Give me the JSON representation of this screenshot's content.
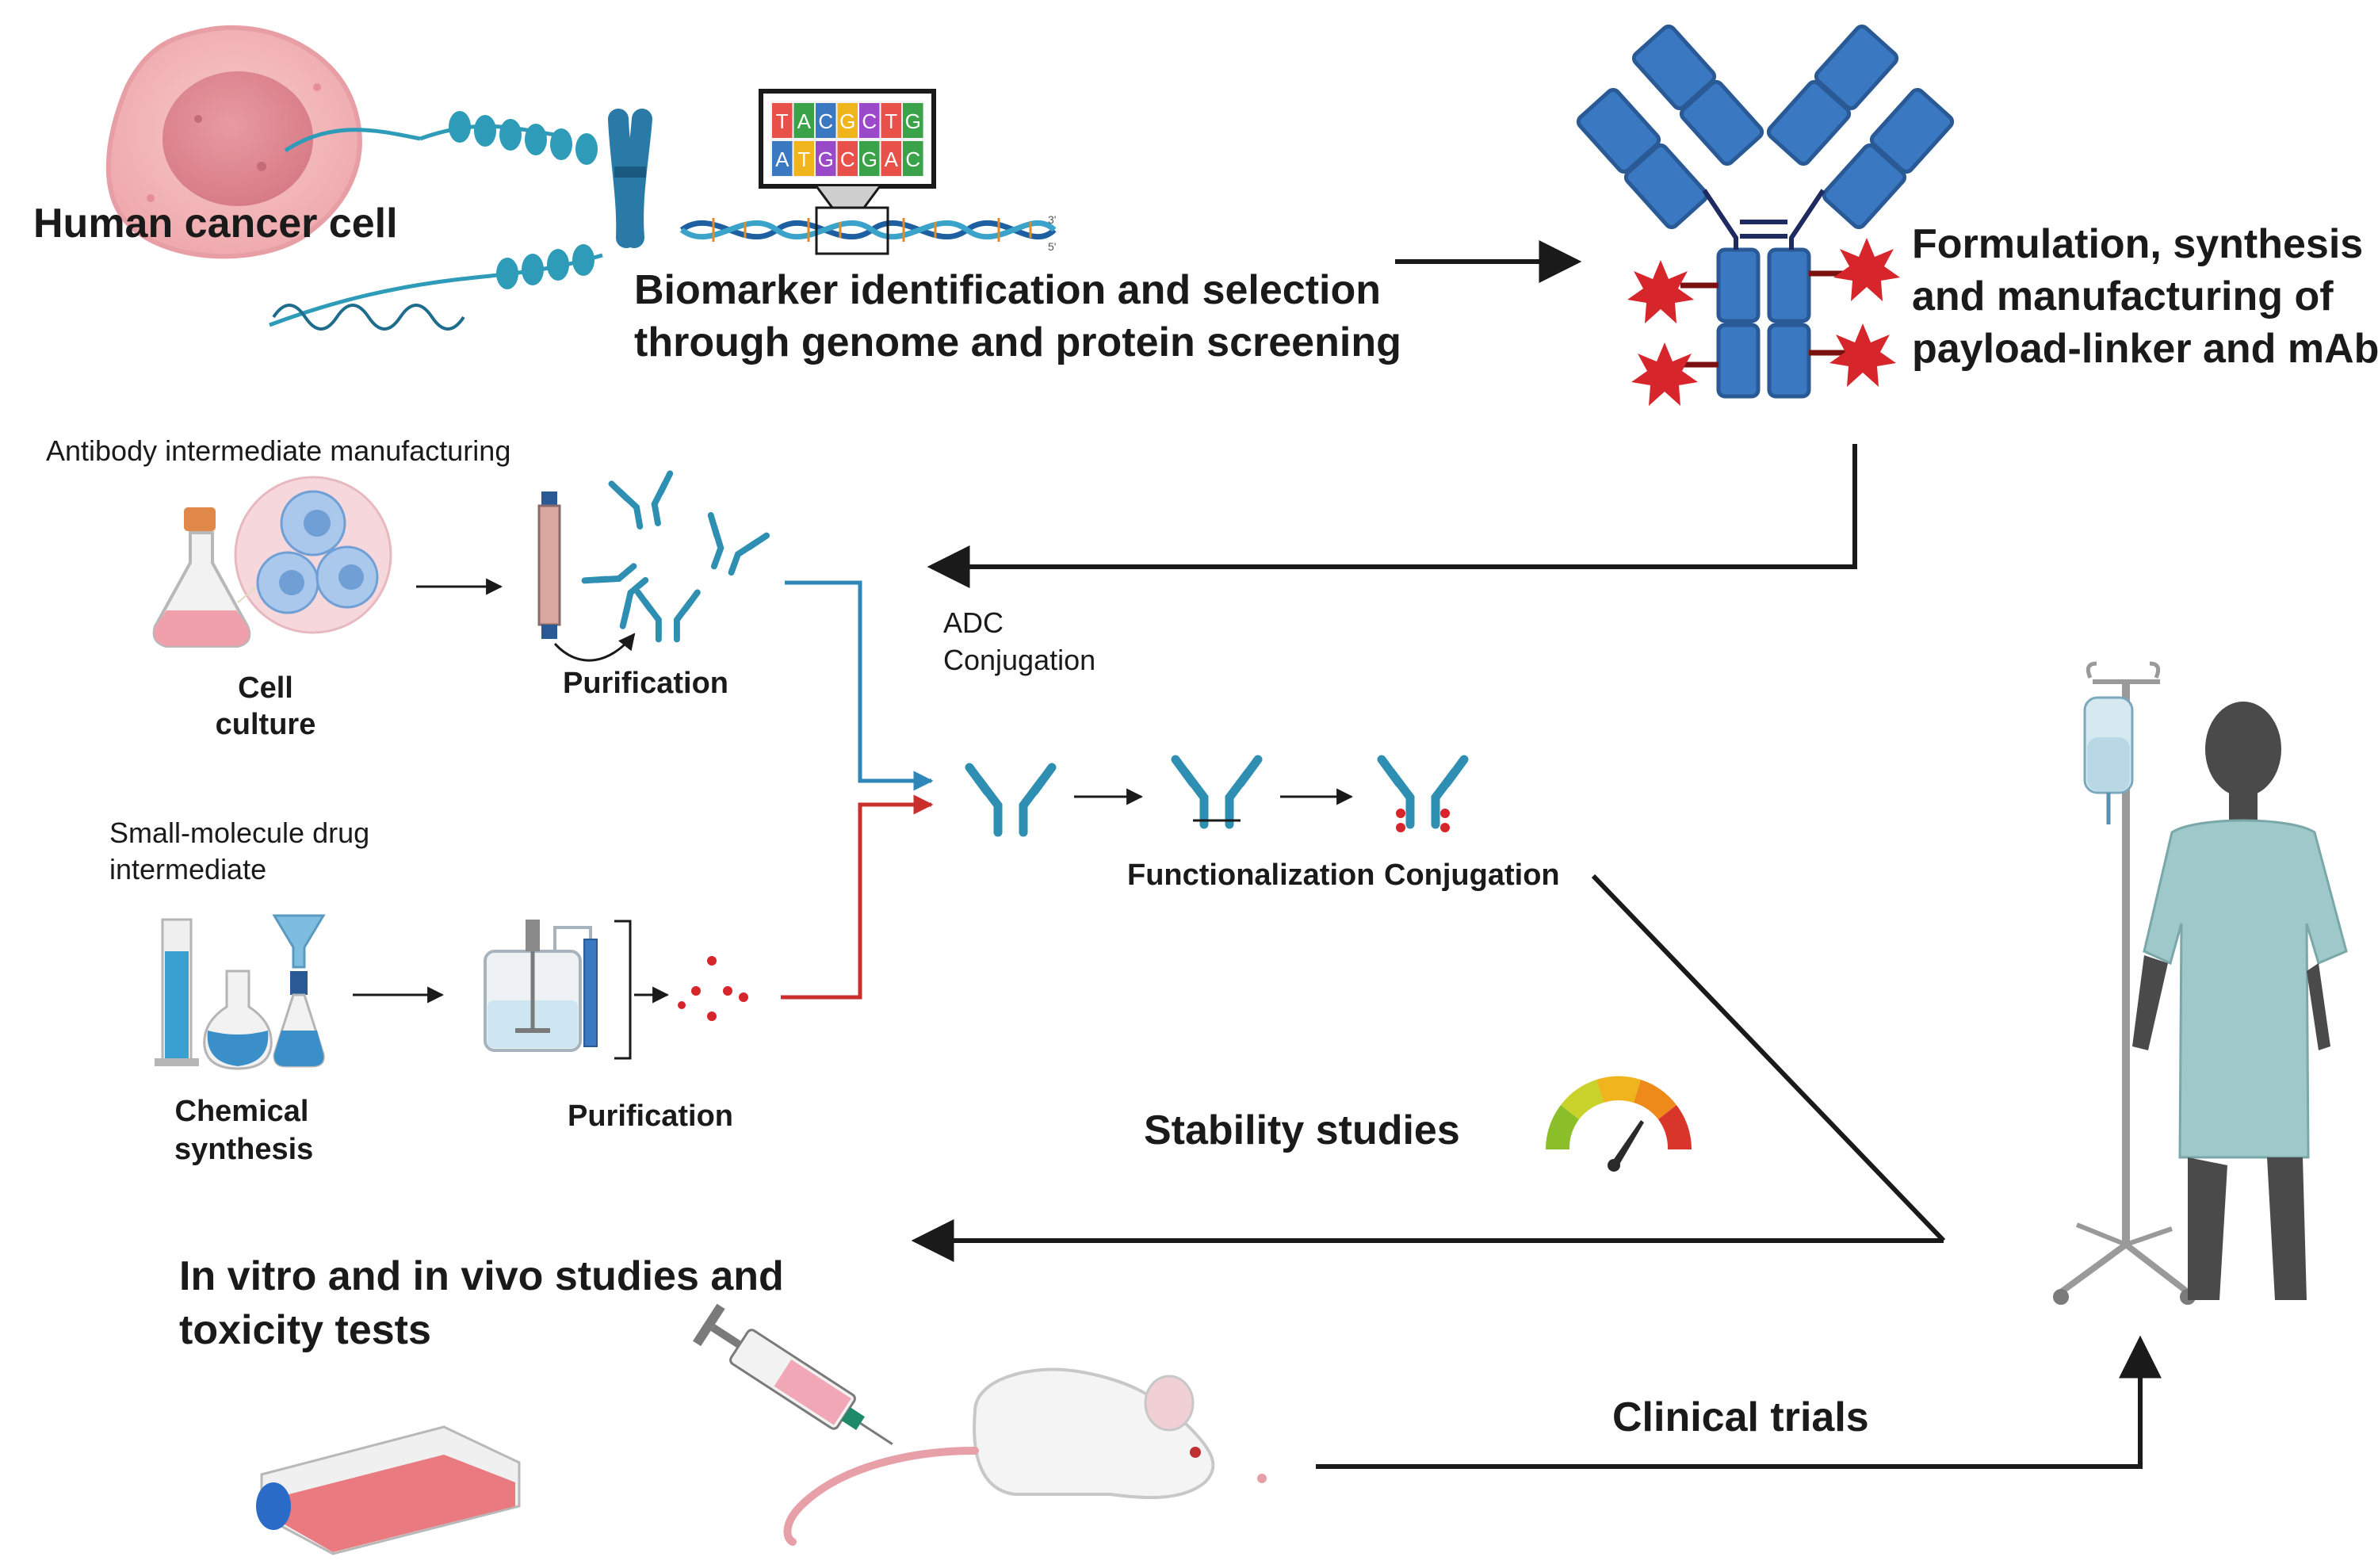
{
  "labels": {
    "human_cancer_cell": "Human cancer cell",
    "biomarker_line1": "Biomarker identification and selection",
    "biomarker_line2": "through genome and protein screening",
    "formulation_line1": "Formulation, synthesis",
    "formulation_line2": "and manufacturing of",
    "formulation_line3": "payload-linker and mAb",
    "antibody_intermediate": "Antibody intermediate manufacturing",
    "cell_culture_line1": "Cell",
    "cell_culture_line2": "culture",
    "purification_top": "Purification",
    "adc_line1": "ADC",
    "adc_line2": "Conjugation",
    "small_molecule_line1": "Small-molecule drug",
    "small_molecule_line2": "intermediate",
    "functionalization": "Functionalization",
    "conjugation": "Conjugation",
    "chemical_line1": "Chemical",
    "chemical_line2": "synthesis",
    "purification_bottom": "Purification",
    "stability": "Stability studies",
    "invitro_line1": "In vitro and in vivo studies and",
    "invitro_line2": "toxicity tests",
    "clinical": "Clinical trials"
  },
  "sequence_display": {
    "row1": [
      "T",
      "A",
      "C",
      "G",
      "C",
      "T",
      "G"
    ],
    "row2": [
      "A",
      "T",
      "G",
      "C",
      "G",
      "A",
      "C"
    ],
    "strand_end_top": "3'",
    "strand_end_bottom": "5'"
  },
  "colors": {
    "antibody_blue": "#3a78c2",
    "antibody_dark": "#2a5a96",
    "payload_red": "#d6262b",
    "teal": "#2e8fb3",
    "arrow": "#1a1a1a",
    "flow_blue": "#2f86b8",
    "flow_red": "#c9302c",
    "gauge": [
      "#8bbf2a",
      "#c9d22a",
      "#f0b41c",
      "#ee8a1a",
      "#d8362a"
    ]
  }
}
